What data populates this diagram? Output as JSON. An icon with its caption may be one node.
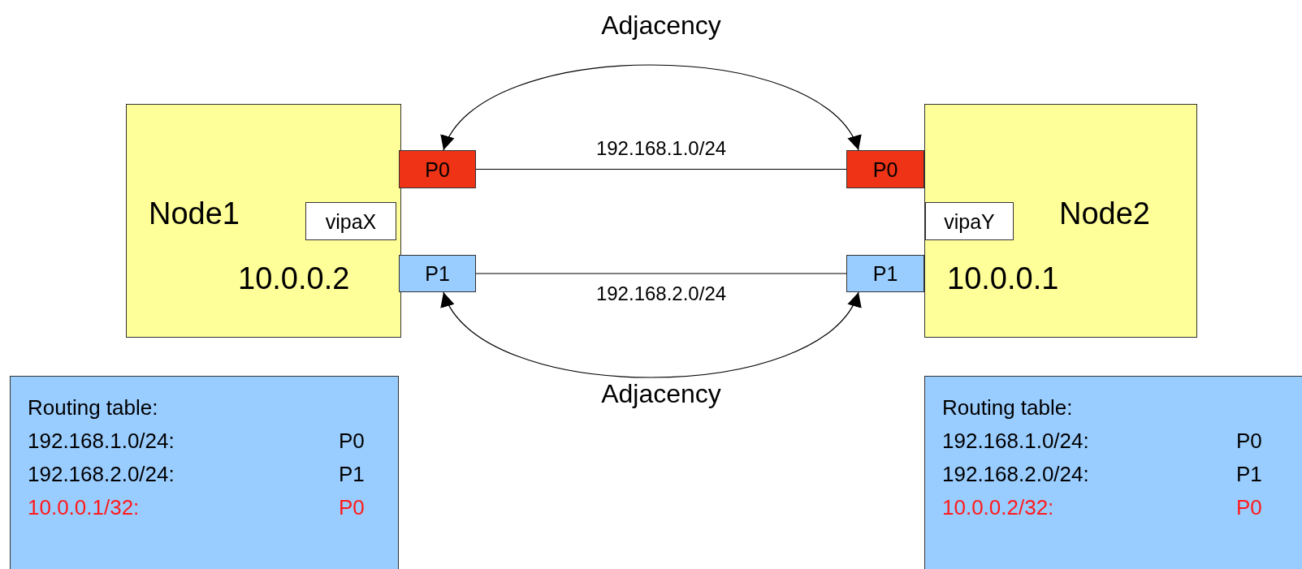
{
  "diagram": {
    "nodes": [
      {
        "text": [
          "Node1",
          "10.0.0.2"
        ]
      },
      {
        "text": [
          "P0"
        ]
      },
      {
        "text": [
          "vipaX"
        ],
        "in": 0
      },
      {
        "text": [
          "P1"
        ]
      },
      {
        "text": [
          "Node2",
          "10.0.0.1"
        ]
      },
      {
        "text": [
          "P0"
        ]
      },
      {
        "text": [
          "vipaY"
        ],
        "in": 4
      },
      {
        "text": [
          "P1"
        ]
      },
      {
        "text": [
          "Routing table:",
          "192.168.1.0/24:",
          "P0",
          "192.168.2.0/24:",
          "P1",
          "10.0.0.1/32:",
          "P0"
        ]
      },
      {
        "text": [
          "Routing table:",
          "192.168.1.0/24:",
          "P0",
          "192.168.2.0/24:",
          "P1",
          "10.0.0.2/32:",
          "P0"
        ]
      }
    ],
    "edges": [
      {
        "from": 1,
        "to": 5,
        "arrow": "none",
        "label": "192.168.1.0/24"
      },
      {
        "from": 3,
        "to": 7,
        "arrow": "none",
        "label": "192.168.2.0/24"
      },
      {
        "from": 1,
        "to": 5,
        "arrow": "both",
        "label": "Adjacency"
      },
      {
        "from": 3,
        "to": 7,
        "arrow": "both",
        "label": "Adjacency"
      }
    ]
  }
}
